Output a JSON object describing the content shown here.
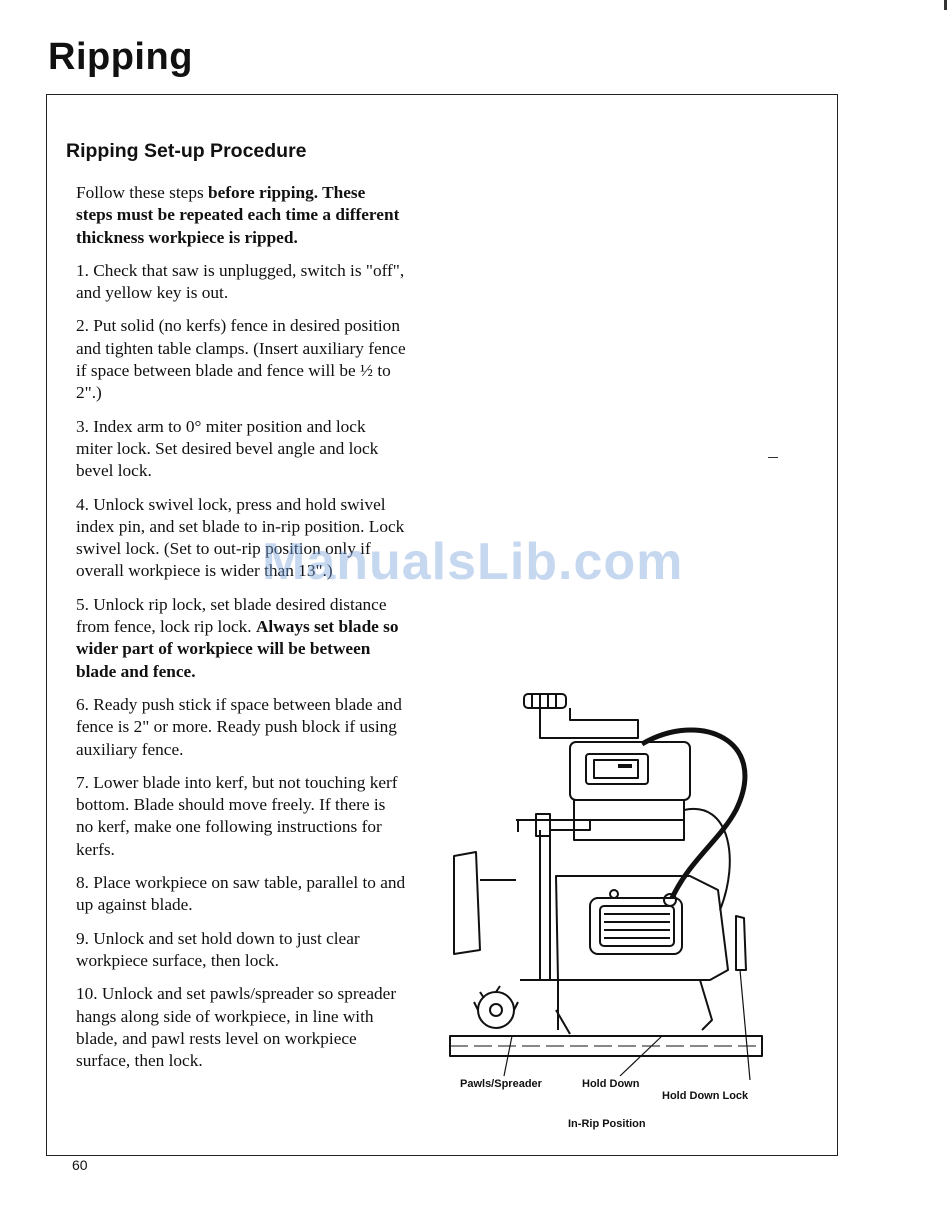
{
  "page": {
    "title": "Ripping",
    "number": "60"
  },
  "section": {
    "title": "Ripping Set-up Procedure"
  },
  "intro": {
    "lead": "Follow these steps ",
    "lead_bold": "before ripping. These steps must be repeated each time a different thickness workpiece is ripped."
  },
  "steps": [
    {
      "text": "1. Check that saw is unplugged, switch is \"off\", and yellow key is out."
    },
    {
      "text": "2. Put solid (no kerfs) fence in desired position and tighten table clamps. (Insert auxiliary fence if space between blade and fence will be ½ to 2\".)"
    },
    {
      "text": "3. Index arm to 0° miter position and lock miter lock. Set desired bevel angle and lock bevel lock."
    },
    {
      "text": "4. Unlock swivel lock, press and hold swivel index pin, and set blade to in-rip position. Lock swivel lock. (Set to out-rip position only if overall workpiece is wider than 13\".)"
    },
    {
      "text": "5. Unlock rip lock, set blade desired distance from fence, lock rip lock. ",
      "bold": "Always set blade so wider part of workpiece will be between blade and fence."
    },
    {
      "text": "6. Ready push stick if space between blade and fence is 2\" or more. Ready push block if using auxiliary fence."
    },
    {
      "text": "7. Lower blade into kerf, but not touching kerf bottom. Blade should move freely. If there is no kerf, make one following instructions for kerfs."
    },
    {
      "text": "8. Place workpiece on saw table, parallel to and up against blade."
    },
    {
      "text": "9. Unlock and set hold down to just clear workpiece surface, then lock."
    },
    {
      "text": "10. Unlock and set pawls/spreader so spreader hangs along side of workpiece, in line with blade, and pawl rests level on workpiece surface, then lock."
    }
  ],
  "watermark": "ManualsLib.com",
  "figure": {
    "labels": {
      "pawls": "Pawls/Spreader",
      "hold_down": "Hold Down",
      "hold_down_lock": "Hold Down Lock"
    },
    "caption": "In-Rip Position"
  }
}
